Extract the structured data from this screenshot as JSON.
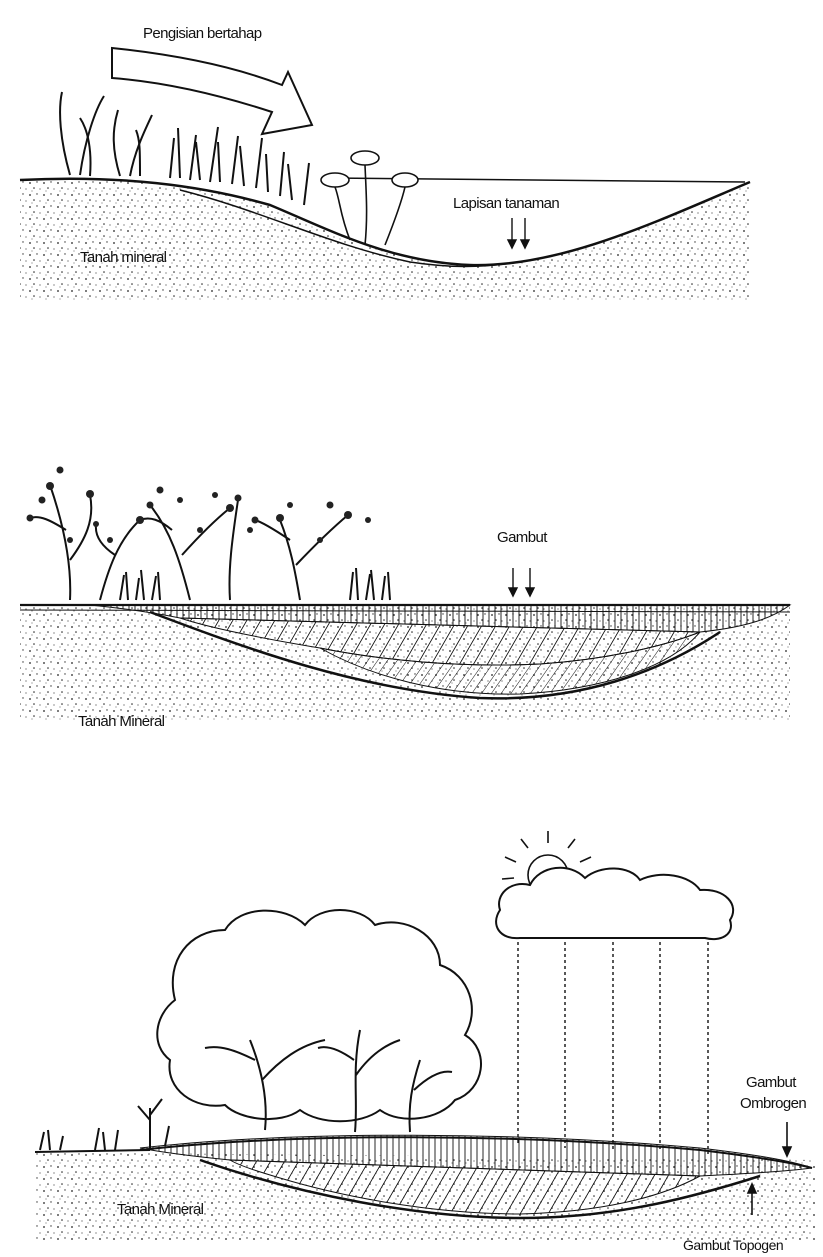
{
  "panel1": {
    "arrow_label": "Pengisian bertahap",
    "layer_label": "Lapisan tanaman",
    "soil_label": "Tanah mineral"
  },
  "panel2": {
    "peat_label": "Gambut",
    "soil_label": "Tanah Mineral"
  },
  "panel3": {
    "ombrogen_label_line1": "Gambut",
    "ombrogen_label_line2": "Ombrogen",
    "topogen_label": "Gambut Topogen",
    "soil_label": "Tanah Mineral"
  },
  "colors": {
    "ink": "#111111",
    "background": "#ffffff"
  }
}
